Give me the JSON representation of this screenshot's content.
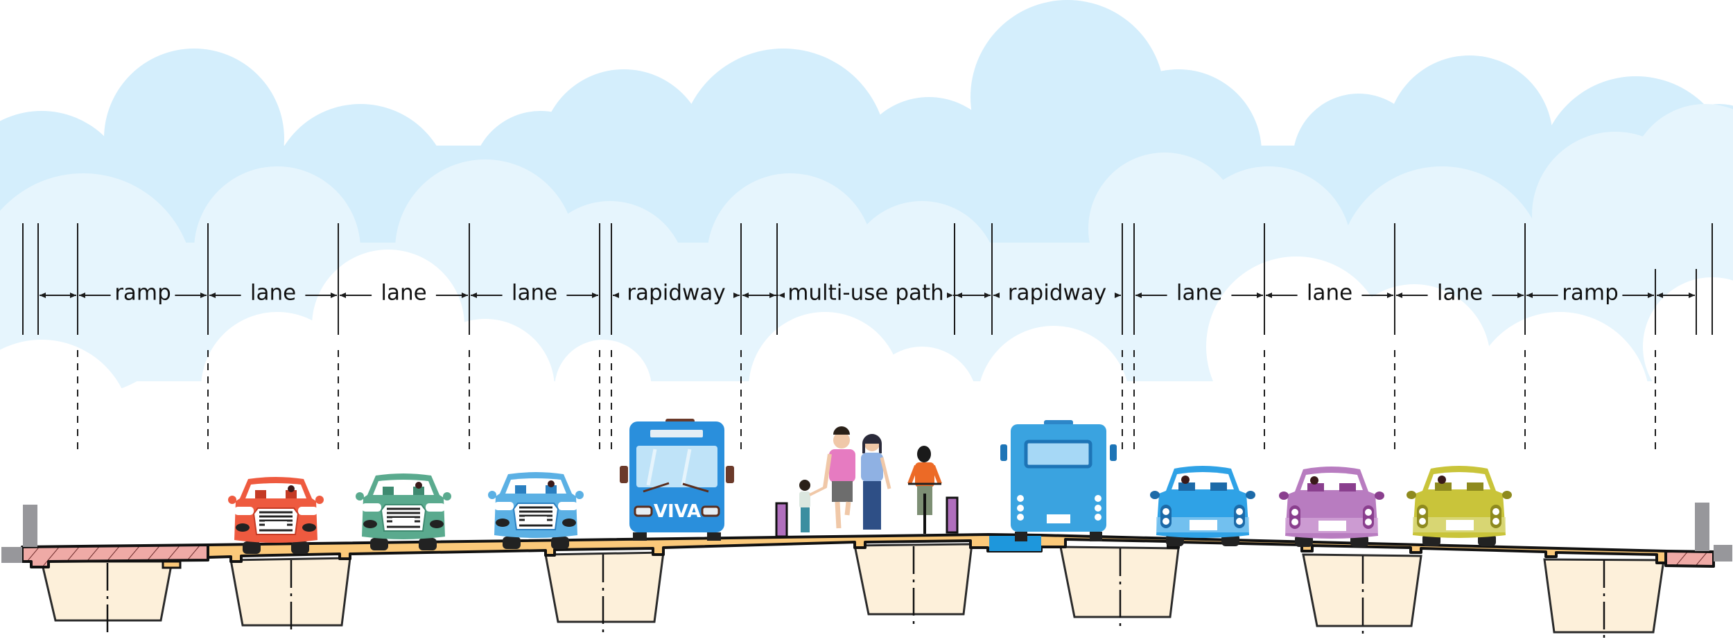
{
  "figure": {
    "title": "Highway cross-section with central rapidway",
    "sections": [
      {
        "label": "ramp"
      },
      {
        "label": "lane"
      },
      {
        "label": "lane"
      },
      {
        "label": "lane"
      },
      {
        "label": "rapidway"
      },
      {
        "label": "multi-use path"
      },
      {
        "label": "rapidway"
      },
      {
        "label": "lane"
      },
      {
        "label": "lane"
      },
      {
        "label": "lane"
      },
      {
        "label": "ramp"
      }
    ],
    "bus_branding": "VIVA",
    "vehicles": [
      {
        "type": "car",
        "facing": "front",
        "color": "#ee5a3f",
        "lane": "lane 1 (left)"
      },
      {
        "type": "car",
        "facing": "front",
        "color": "#5aaa8e",
        "lane": "lane 2 (left)"
      },
      {
        "type": "car",
        "facing": "front",
        "color": "#5bb0e4",
        "lane": "lane 3 (left)"
      },
      {
        "type": "bus",
        "facing": "front",
        "color": "#2a8fdc",
        "lane": "rapidway (left)"
      },
      {
        "type": "bus",
        "facing": "rear",
        "color": "#3aa3e0",
        "lane": "rapidway (right)"
      },
      {
        "type": "car",
        "facing": "rear",
        "color": "#2fa2e6",
        "lane": "lane 1 (right)"
      },
      {
        "type": "car",
        "facing": "rear",
        "color": "#b87cc0",
        "lane": "lane 2 (right)"
      },
      {
        "type": "car",
        "facing": "rear",
        "color": "#c9c43a",
        "lane": "lane 3 (right)"
      }
    ],
    "path_users": [
      "child",
      "man",
      "woman",
      "cyclist"
    ],
    "colors": {
      "sky_back_cloud": "#d4eefc",
      "sky_mid_cloud": "#e6f5fd",
      "deck": "#fbc97a",
      "girder": "#fdf0da",
      "ramp_hatch": "#efaaa6",
      "barrier": "#97979b",
      "rapidway_joint": "#1e97dc",
      "bollard": "#b06fbd"
    }
  }
}
